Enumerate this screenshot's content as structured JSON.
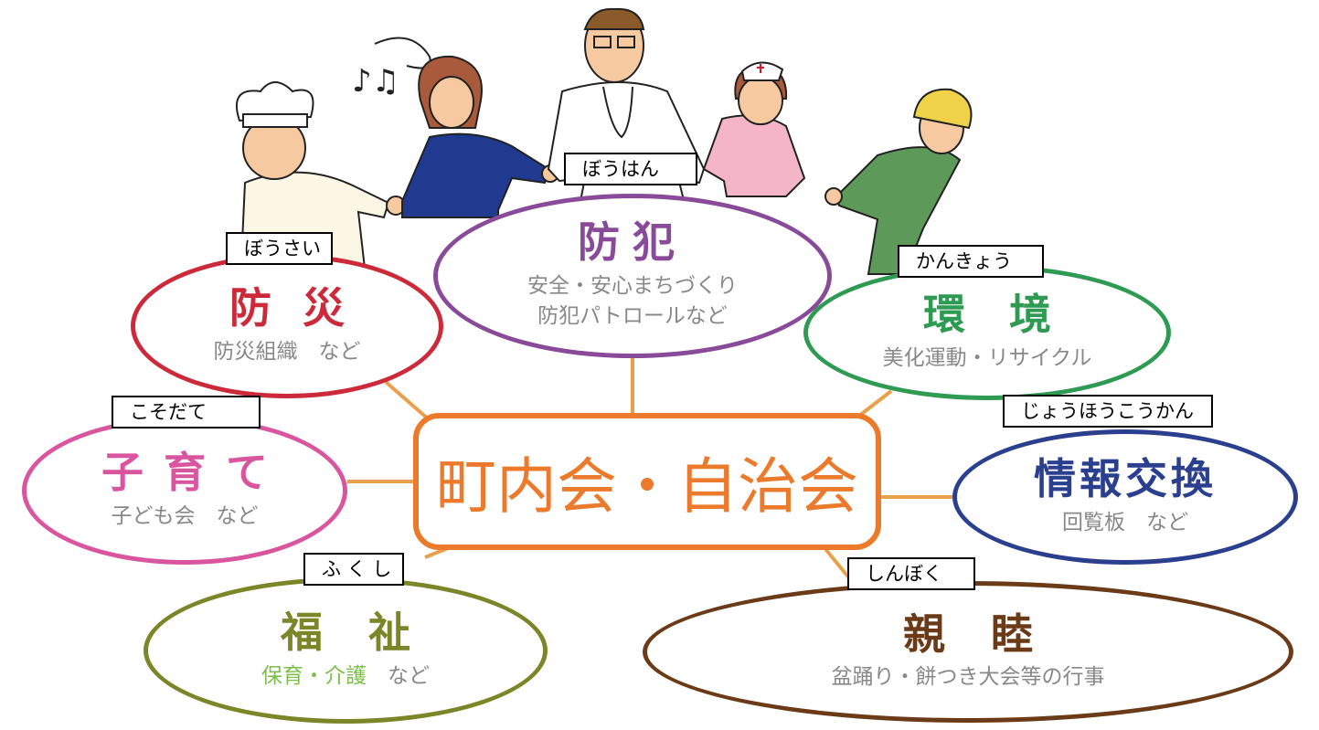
{
  "center": {
    "label": "町内会・自治会"
  },
  "colors": {
    "orange": "#ec7a2c",
    "red": "#cc2a3a",
    "purple": "#8a4a9a",
    "green": "#2e9a52",
    "pink": "#d9559e",
    "blue": "#2b3f8f",
    "olive": "#7a8628",
    "brown": "#6b3a16",
    "welfare_highlight": "#7cc04a"
  },
  "illustration": {
    "description_icons": [
      "chef-icon",
      "singing-woman-icon",
      "doctor-icon",
      "nurse-icon",
      "worker-icon"
    ],
    "music_notes": "♪♫"
  },
  "bubbles": {
    "bouhan": {
      "title": "防犯",
      "sub1": "安全・安心まちづくり",
      "sub2": "防犯パトロールなど",
      "ruby": "ぼうはん"
    },
    "bousai": {
      "title": "防災",
      "sub1": "防災組織　など",
      "ruby": "ぼうさい"
    },
    "kankyou": {
      "title": "環境",
      "sub1": "美化運動・リサイクル",
      "ruby": "かんきょう"
    },
    "kosodate": {
      "title": "子育て",
      "sub1": "子ども会　など",
      "ruby": "こそだて"
    },
    "jouhou": {
      "title": "情報交換",
      "sub1": "回覧板　など",
      "ruby": "じょうほうこうかん"
    },
    "fukushi": {
      "title": "福祉",
      "sub_highlight": "保育・介護",
      "sub_rest": "など",
      "ruby": "ふ く し"
    },
    "shinboku": {
      "title": "親睦",
      "sub1": "盆踊り・餅つき大会等の行事",
      "ruby": "しんぼく"
    }
  }
}
